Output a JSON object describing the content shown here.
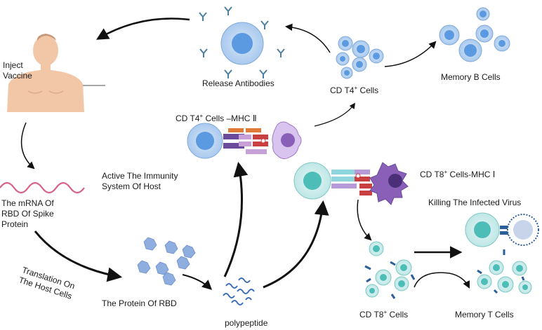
{
  "labels": {
    "inject_vaccine_1": "Inject",
    "inject_vaccine_2": "Vaccine",
    "release_antibodies": "Release Antibodies",
    "cd_t4_cells_a": "CD T4",
    "cd_t4_cells_sup": "+",
    "cd_t4_cells_b": " Cells",
    "memory_b_cells": "Memory B Cells",
    "cd_t4_mhc_a": "CD T4",
    "cd_t4_mhc_sup": "+",
    "cd_t4_mhc_b": " Cells –MHC Ⅱ",
    "active_immunity_1": "Active The Immunity",
    "active_immunity_2": "System Of Host",
    "cd_t8_mhc_a": "CD T8",
    "cd_t8_mhc_sup": "+",
    "cd_t8_mhc_b": " Cells-MHC Ⅰ",
    "mrna_1": "The mRNA Of",
    "mrna_2": "RBD Of Spike",
    "mrna_3": "Protein",
    "killing_virus": "Killing The Infected Virus",
    "translation_1": "Translation On",
    "translation_2": "The Host Cells",
    "protein_rbd": "The Protein Of RBD",
    "polypeptide": "polypeptide",
    "cd_t8_cells_a": "CD T8",
    "cd_t8_cells_sup": "+",
    "cd_t8_cells_b": " Cells",
    "memory_t_cells": "Memory T Cells"
  },
  "colors": {
    "arrow": "#111111",
    "b_cell_fill": "#bcd6f2",
    "b_cell_nucleus": "#5b9ae0",
    "t8_cell_fill": "#cdeeee",
    "t8_cell_nucleus": "#4dbdb8",
    "apc_fill": "#8a5fb8",
    "antibody": "#4a7fa0",
    "mrna": "#d4608a",
    "protein": "#8faee0",
    "skin": "#f2c7a8"
  }
}
